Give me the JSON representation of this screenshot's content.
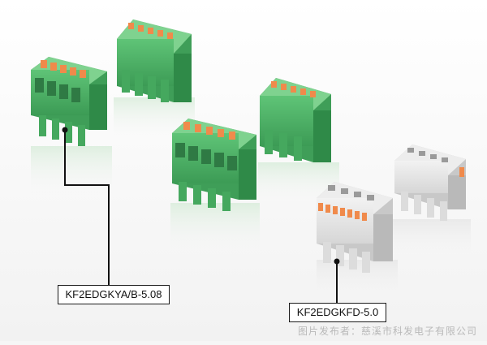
{
  "labels": {
    "left": "KF2EDGKYA/B-5.08",
    "right": "KF2EDGKFD-5.0"
  },
  "watermark": "图片发布者：慈溪市科发电子有限公司",
  "colors": {
    "background": "#f6f6f6",
    "connector_green": "#4fb168",
    "connector_green_dark": "#2f8a48",
    "connector_green_light": "#7fd28f",
    "latch_orange": "#f08a4b",
    "connector_gray": "#e6e6e6",
    "connector_gray_dark": "#b9b9b9",
    "leader_line": "#111111"
  }
}
